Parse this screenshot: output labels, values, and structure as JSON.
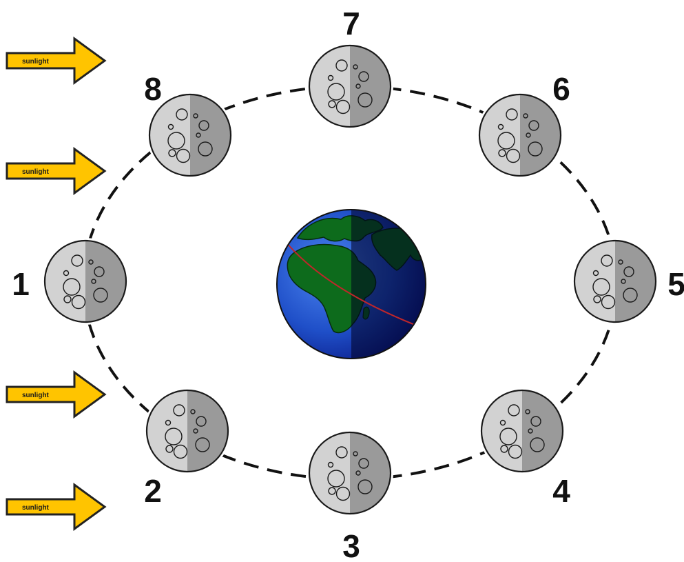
{
  "colors": {
    "arrow_fill": "#ffc400",
    "arrow_stroke": "#222222",
    "moon_lit": "#d2d2d2",
    "moon_dark": "#9a9a9a",
    "moon_outline": "#1a1a1a",
    "orbit": "#111111",
    "ocean": "#2a62d8",
    "land": "#0d6b1c",
    "night_overlay": "#000020",
    "equator_line": "#c0262a"
  },
  "icons": {
    "sunlight_arrow": "sunlight-arrow-icon",
    "moon": "moon-icon",
    "earth": "earth-icon"
  },
  "sunlight_arrows": [
    {
      "label": "sunlight"
    },
    {
      "label": "sunlight"
    },
    {
      "label": "sunlight"
    },
    {
      "label": "sunlight"
    }
  ],
  "moons": [
    {
      "label": "1"
    },
    {
      "label": "2"
    },
    {
      "label": "3"
    },
    {
      "label": "4"
    },
    {
      "label": "5"
    },
    {
      "label": "6"
    },
    {
      "label": "7"
    },
    {
      "label": "8"
    }
  ]
}
